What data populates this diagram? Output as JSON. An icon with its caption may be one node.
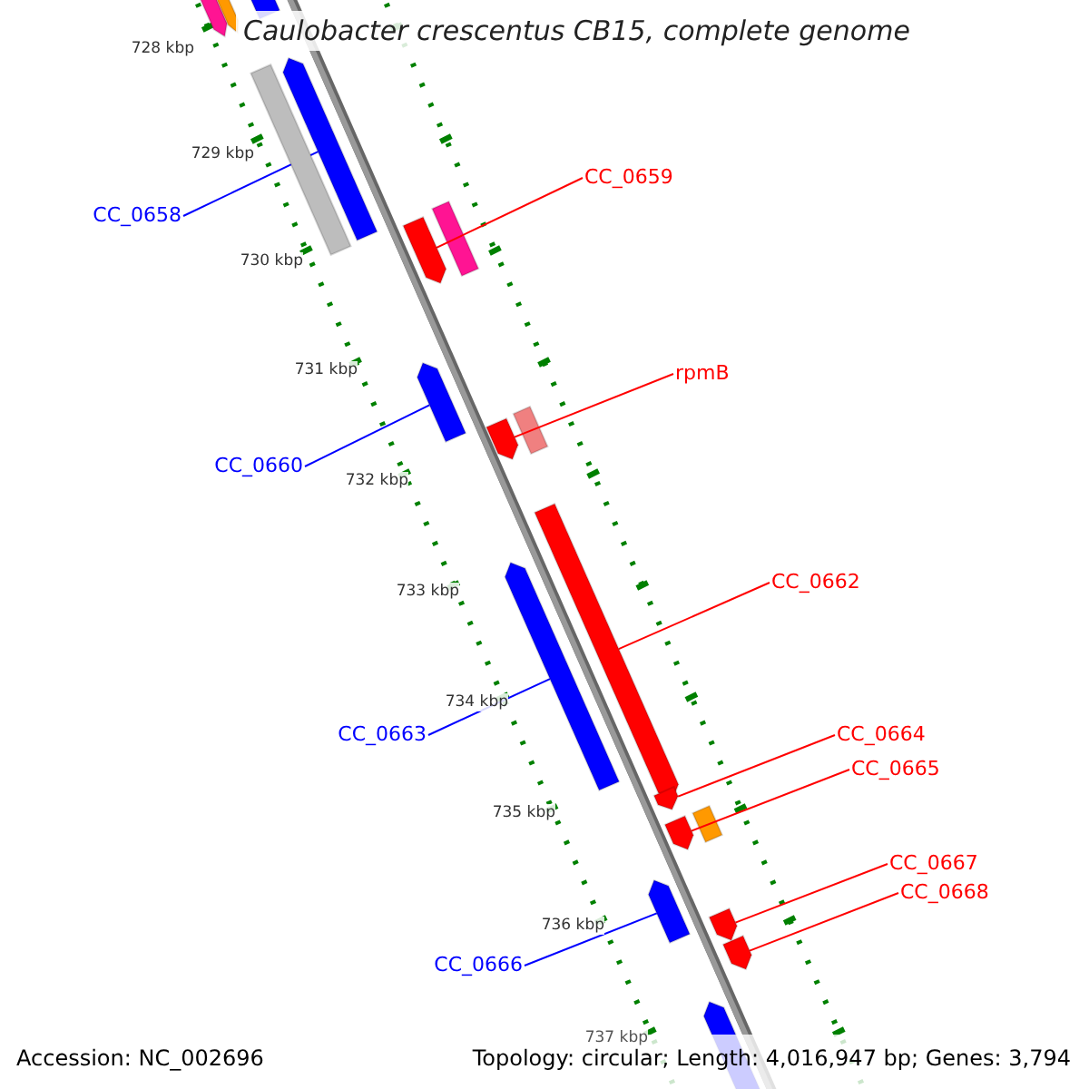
{
  "diagram": {
    "title": "Caulobacter crescentus CB15, complete genome",
    "nodes": [
      {
        "text": [
          "CC_0658"
        ]
      },
      {
        "text": [],
        "shape": "bar"
      },
      {
        "text": [
          "CC_0659"
        ]
      },
      {
        "text": [],
        "shape": "bar"
      },
      {
        "text": [
          "rpmB"
        ]
      },
      {
        "text": [],
        "shape": "bar"
      },
      {
        "text": [
          "CC_0660"
        ]
      },
      {
        "text": [],
        "shape": "bar"
      },
      {
        "text": [
          "CC_0662"
        ]
      },
      {
        "text": [],
        "shape": "bar"
      },
      {
        "text": [
          "CC_0663"
        ]
      },
      {
        "text": [],
        "shape": "bar"
      },
      {
        "text": [
          "CC_0664"
        ]
      },
      {
        "text": [],
        "shape": "bar"
      },
      {
        "text": [
          "CC_0665"
        ]
      },
      {
        "text": [],
        "shape": "bar"
      },
      {
        "text": [
          "CC_0667"
        ]
      },
      {
        "text": [],
        "shape": "bar"
      },
      {
        "text": [
          "CC_0668"
        ]
      },
      {
        "text": [],
        "shape": "bar"
      },
      {
        "text": [
          "CC_0666"
        ]
      },
      {
        "text": [],
        "shape": "bar"
      },
      {
        "text": [],
        "shape": "box"
      }
    ],
    "edges": [
      {
        "from": 0,
        "to": 1,
        "arrow": "none",
        "color": "#0000ff"
      },
      {
        "from": 2,
        "to": 3,
        "arrow": "none"
      },
      {
        "from": 4,
        "to": 5,
        "arrow": "none"
      },
      {
        "from": 6,
        "to": 7,
        "arrow": "none",
        "color": "#0000ff"
      },
      {
        "from": 8,
        "to": 9,
        "arrow": "none"
      },
      {
        "from": 10,
        "to": 11,
        "arrow": "none",
        "color": "#0000ff"
      },
      {
        "from": 12,
        "to": 13,
        "arrow": "none"
      },
      {
        "from": 14,
        "to": 15,
        "arrow": "none"
      },
      {
        "from": 16,
        "to": 17,
        "arrow": "none"
      },
      {
        "from": 18,
        "to": 19,
        "arrow": "none"
      },
      {
        "from": 20,
        "to": 21,
        "arrow": "none",
        "color": "#0000ff"
      }
    ],
    "labels": [
      "728 kbp",
      "729 kbp",
      "730 kbp",
      "731 kbp",
      "732 kbp",
      "733 kbp",
      "734 kbp",
      "735 kbp",
      "736 kbp",
      "737 kbp",
      "Accession: NC_002696",
      "Topology: circular; Length: 4,016,947 bp; Genes: 3,794"
    ]
  }
}
